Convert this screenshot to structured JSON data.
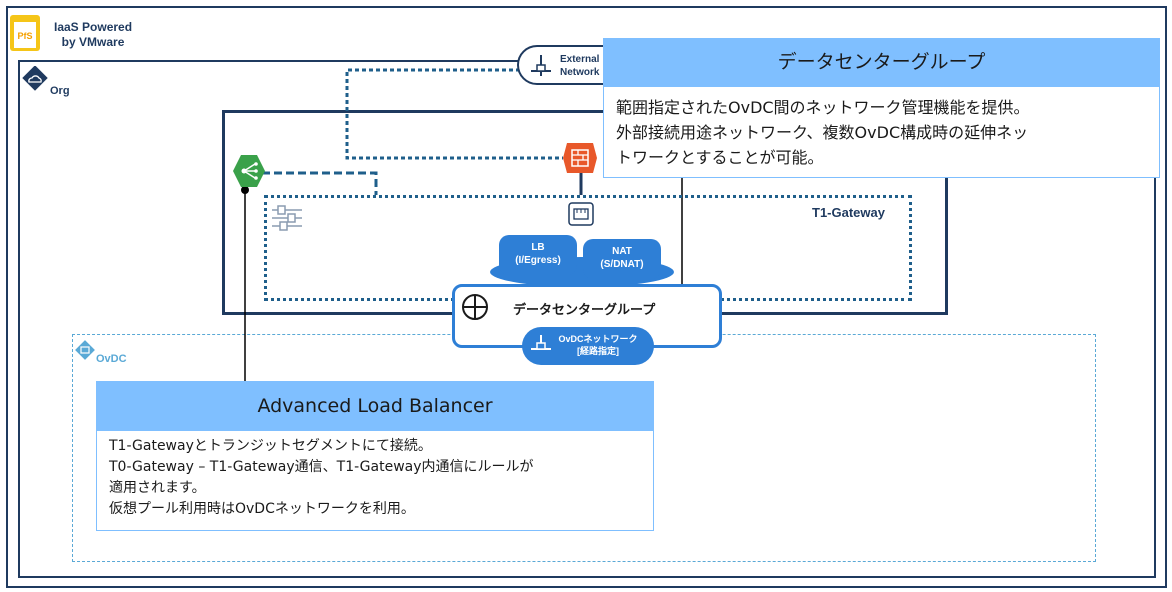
{
  "brand": {
    "line1": "IaaS Powered",
    "line2": "by VMware",
    "logo_text": "PfS",
    "logo_color": "#f5c518"
  },
  "labels": {
    "org": "Org",
    "t1_gateway": "T1-Gateway",
    "ovdc": "OvDC",
    "external_line1": "External",
    "external_line2": "Network"
  },
  "services": {
    "lb_line1": "LB",
    "lb_line2": "(I/Egress)",
    "nat_line1": "NAT",
    "nat_line2": "(S/DNAT)"
  },
  "datacenter_group_box": {
    "label": "データセンターグループ"
  },
  "ovdc_network": {
    "line1": "OvDCネットワーク",
    "line2": "[経路指定]"
  },
  "callouts": {
    "datacenter_group": {
      "title": "データセンターグループ",
      "lines": [
        "範囲指定されたOvDC間のネットワーク管理機能を提供。",
        "外部接続用途ネットワーク、複数OvDC構成時の延伸ネッ",
        "トワークとすることが可能。"
      ]
    },
    "alb": {
      "title": "Advanced Load Balancer",
      "lines": [
        "T1-Gatewayとトランジットセグメントにて接続。",
        "T0-Gateway – T1-Gateway通信、T1-Gateway内通信にルールが",
        "適用されます。",
        "仮想プール利用時はOvDCネットワークを利用。"
      ]
    }
  },
  "colors": {
    "navy": "#1f3a5f",
    "blue": "#2e7fd6",
    "callout": "#7fbfff",
    "ovdc_dash": "#5aa9d6",
    "alb_green": "#3aa14a",
    "firewall_orange": "#e8582a"
  },
  "icons": [
    "pfs-logo-icon",
    "org-cloud-icon",
    "ovdc-icon",
    "external-network-icon",
    "alb-icon",
    "firewall-icon",
    "router-icon",
    "rules-icon",
    "crosshair-icon",
    "network-icon"
  ]
}
